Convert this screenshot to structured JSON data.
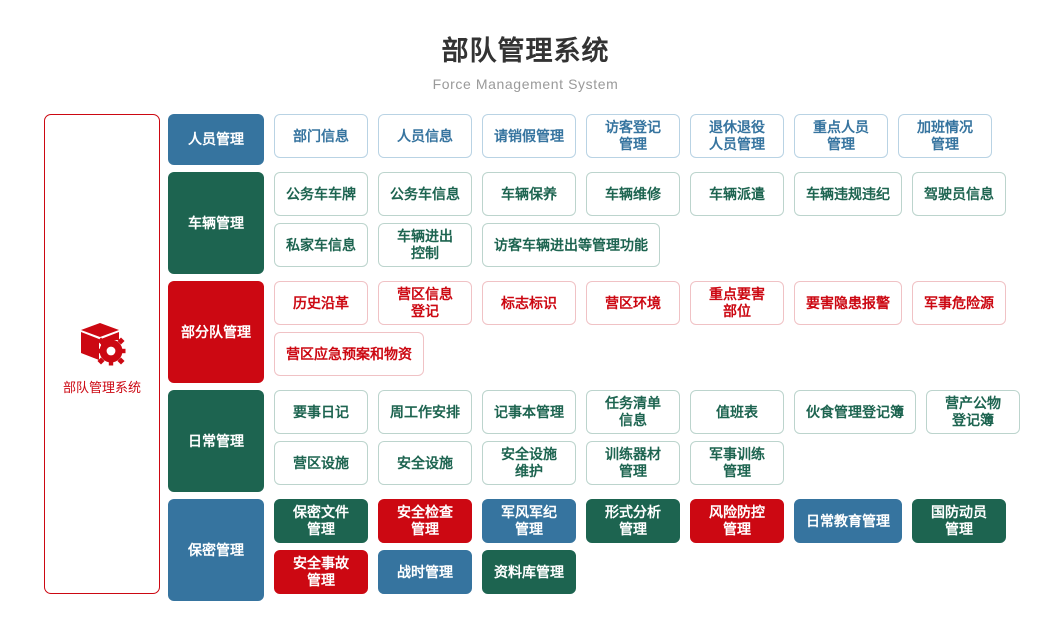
{
  "header": {
    "title": "部队管理系统",
    "subtitle": "Force Management System"
  },
  "sidebar": {
    "icon": "box-gear-icon",
    "label": "部队管理系统",
    "accent_color": "#cc0812"
  },
  "colors": {
    "blue": "#36749f",
    "green": "#1d6450",
    "red": "#cc0812",
    "title": "#333333",
    "subtitle": "#9a9a9a"
  },
  "categories": [
    {
      "label": "人员管理",
      "chip_color": "blue",
      "items": [
        {
          "label": "部门信息",
          "style": "out-blue"
        },
        {
          "label": "人员信息",
          "style": "out-blue"
        },
        {
          "label": "请销假管理",
          "style": "out-blue"
        },
        {
          "label": "访客登记\n管理",
          "style": "out-blue"
        },
        {
          "label": "退休退役\n人员管理",
          "style": "out-blue"
        },
        {
          "label": "重点人员\n管理",
          "style": "out-blue"
        },
        {
          "label": "加班情况\n管理",
          "style": "out-blue"
        }
      ]
    },
    {
      "label": "车辆管理",
      "chip_color": "green",
      "items": [
        {
          "label": "公务车车牌",
          "style": "out-green"
        },
        {
          "label": "公务车信息",
          "style": "out-green"
        },
        {
          "label": "车辆保养",
          "style": "out-green"
        },
        {
          "label": "车辆维修",
          "style": "out-green"
        },
        {
          "label": "车辆派遣",
          "style": "out-green"
        },
        {
          "label": "车辆违规违纪",
          "style": "out-green"
        },
        {
          "label": "驾驶员信息",
          "style": "out-green"
        },
        {
          "label": "私家车信息",
          "style": "out-green"
        },
        {
          "label": "车辆进出\n控制",
          "style": "out-green"
        },
        {
          "label": "访客车辆进出等管理功能",
          "style": "out-green"
        }
      ]
    },
    {
      "label": "部分队管理",
      "chip_color": "red",
      "items": [
        {
          "label": "历史沿革",
          "style": "out-red"
        },
        {
          "label": "营区信息\n登记",
          "style": "out-red"
        },
        {
          "label": "标志标识",
          "style": "out-red"
        },
        {
          "label": "营区环境",
          "style": "out-red"
        },
        {
          "label": "重点要害\n部位",
          "style": "out-red"
        },
        {
          "label": "要害隐患报警",
          "style": "out-red"
        },
        {
          "label": "军事危险源",
          "style": "out-red"
        },
        {
          "label": "营区应急预案和物资",
          "style": "out-red"
        }
      ]
    },
    {
      "label": "日常管理",
      "chip_color": "green",
      "items": [
        {
          "label": "要事日记",
          "style": "out-green"
        },
        {
          "label": "周工作安排",
          "style": "out-green"
        },
        {
          "label": "记事本管理",
          "style": "out-green"
        },
        {
          "label": "任务清单\n信息",
          "style": "out-green"
        },
        {
          "label": "值班表",
          "style": "out-green"
        },
        {
          "label": "伙食管理登记簿",
          "style": "out-green"
        },
        {
          "label": "营产公物\n登记簿",
          "style": "out-green"
        },
        {
          "label": "营区设施",
          "style": "out-green"
        },
        {
          "label": "安全设施",
          "style": "out-green"
        },
        {
          "label": "安全设施\n维护",
          "style": "out-green"
        },
        {
          "label": "训练器材\n管理",
          "style": "out-green"
        },
        {
          "label": "军事训练\n管理",
          "style": "out-green"
        }
      ]
    },
    {
      "label": "保密管理",
      "chip_color": "blue",
      "items": [
        {
          "label": "保密文件\n管理",
          "style": "fill-green"
        },
        {
          "label": "安全检查\n管理",
          "style": "fill-red"
        },
        {
          "label": "军风军纪\n管理",
          "style": "fill-blue"
        },
        {
          "label": "形式分析\n管理",
          "style": "fill-green"
        },
        {
          "label": "风险防控\n管理",
          "style": "fill-red"
        },
        {
          "label": "日常教育管理",
          "style": "fill-blue"
        },
        {
          "label": "国防动员\n管理",
          "style": "fill-green"
        },
        {
          "label": "安全事故\n管理",
          "style": "fill-red"
        },
        {
          "label": "战时管理",
          "style": "fill-blue"
        },
        {
          "label": "资料库管理",
          "style": "fill-green"
        }
      ]
    }
  ]
}
